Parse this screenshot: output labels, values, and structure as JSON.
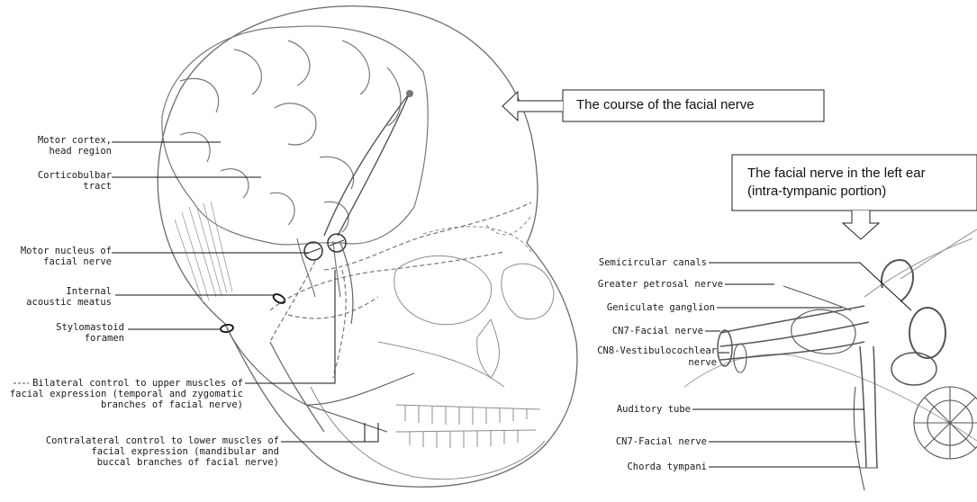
{
  "callouts": {
    "course": "The course of the facial nerve",
    "ear_line1": "The facial nerve in the left ear",
    "ear_line2": "(intra-tympanic portion)"
  },
  "head_labels": {
    "motor_cortex_1": "Motor cortex,",
    "motor_cortex_2": "head region",
    "corticobulbar_1": "Corticobulbar",
    "corticobulbar_2": "tract",
    "motor_nucleus_1": "Motor nucleus of",
    "motor_nucleus_2": "facial nerve",
    "internal_1": "Internal",
    "internal_2": "acoustic meatus",
    "stylo_1": "Stylomastoid",
    "stylo_2": "foramen",
    "bilateral_1": "Bilateral control to upper muscles of",
    "bilateral_2": "facial expression (temporal and zygomatic",
    "bilateral_3": "branches of facial nerve)",
    "contra_1": "Contralateral control to lower muscles of",
    "contra_2": "facial expression (mandibular and",
    "contra_3": "buccal branches of facial nerve)"
  },
  "ear_labels": {
    "semicircular": "Semicircular canals",
    "petrosal": "Greater petrosal nerve",
    "geniculate": "Geniculate ganglion",
    "cn7_top": "CN7-Facial nerve",
    "cn8_1": "CN8-Vestibulocochlear",
    "cn8_2": "nerve",
    "auditory": "Auditory tube",
    "cn7_bottom": "CN7-Facial nerve",
    "chorda": "Chorda tympani"
  }
}
